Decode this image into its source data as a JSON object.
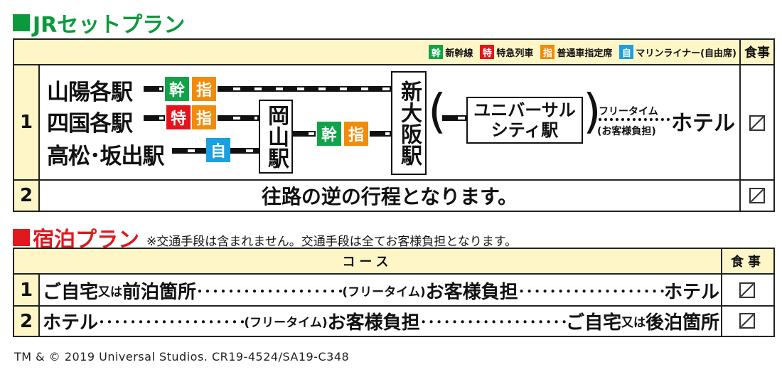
{
  "jr_plan": {
    "title": "JRセットプラン",
    "legend": [
      {
        "badge": "幹",
        "label": "新幹線",
        "color": "#11a34a"
      },
      {
        "badge": "特",
        "label": "特急列車",
        "color": "#e3151b"
      },
      {
        "badge": "指",
        "label": "普通車指定席",
        "color": "#f08c0a"
      },
      {
        "badge": "自",
        "label": "マリンライナー(自由席)",
        "color": "#1aa0e0"
      }
    ],
    "meal_header": "食事",
    "row1": {
      "number": "1",
      "origins": [
        "山陽各駅",
        "四国各駅",
        "高松･坂出駅"
      ],
      "okayama": "岡山駅",
      "shin_osaka": "新大阪駅",
      "usj_line1": "ユニバーサル",
      "usj_line2": "シティ駅",
      "free_time": "フリータイム",
      "customer_burden": "(お客様負担)",
      "hotel": "ホテル"
    },
    "row2": {
      "number": "2",
      "text": "往路の逆の行程となります。"
    }
  },
  "stay_plan": {
    "title": "宿泊プラン",
    "note": "※交通手段は含まれません。交通手段は全てお客様負担となります。",
    "course_header": "コース",
    "meal_header": "食事",
    "rows": [
      {
        "number": "1",
        "start_a": "ご自宅",
        "start_or": "又は",
        "start_b": "前泊箇所",
        "mid": "(フリータイム)",
        "mid_b": "お客様負担",
        "end_a": "ホテル",
        "end_or": "",
        "end_b": ""
      },
      {
        "number": "2",
        "start_a": "ホテル",
        "start_or": "",
        "start_b": "",
        "mid": "(フリータイム)",
        "mid_b": "お客様負担",
        "end_a": "ご自宅",
        "end_or": "又は",
        "end_b": "後泊箇所"
      }
    ]
  },
  "footer": "TM & © 2019 Universal Studios.   CR19-4524/SA19-C348",
  "colors": {
    "jr_green": "#0a9a3c",
    "stay_red": "#e0191f",
    "header_bg": "#fff6c8"
  }
}
